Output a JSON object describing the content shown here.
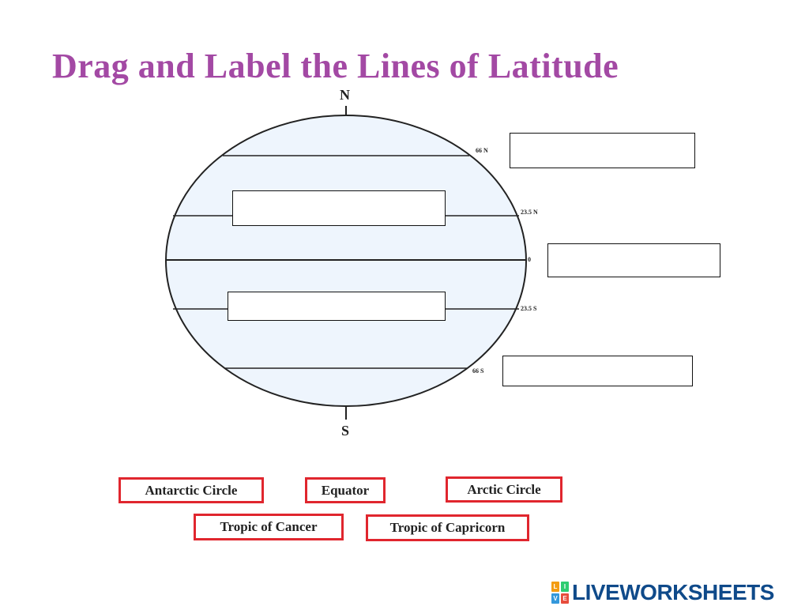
{
  "title": "Drag and Label the Lines of Latitude",
  "poles": {
    "north": "N",
    "south": "S"
  },
  "latitudes": [
    {
      "key": "arctic",
      "label": "66 N"
    },
    {
      "key": "cancer",
      "label": "23.5 N"
    },
    {
      "key": "equator",
      "label": "0"
    },
    {
      "key": "capricorn",
      "label": "23.5 S"
    },
    {
      "key": "antarctic",
      "label": "66 S"
    }
  ],
  "answer_bank": [
    "Antarctic Circle",
    "Equator",
    "Arctic Circle",
    "Tropic of Cancer",
    "Tropic of Capricorn"
  ],
  "colors": {
    "title": "#a349a4",
    "globe_fill": "#eef5fd",
    "tile_border": "#e0262e",
    "brand": "#0f4a8a"
  },
  "brand": {
    "mark_letters": [
      "L",
      "I",
      "V",
      "E"
    ],
    "mark_colors": [
      "#f39c12",
      "#2ecc71",
      "#3498db",
      "#e74c3c"
    ],
    "name": "LIVEWORKSHEETS"
  }
}
